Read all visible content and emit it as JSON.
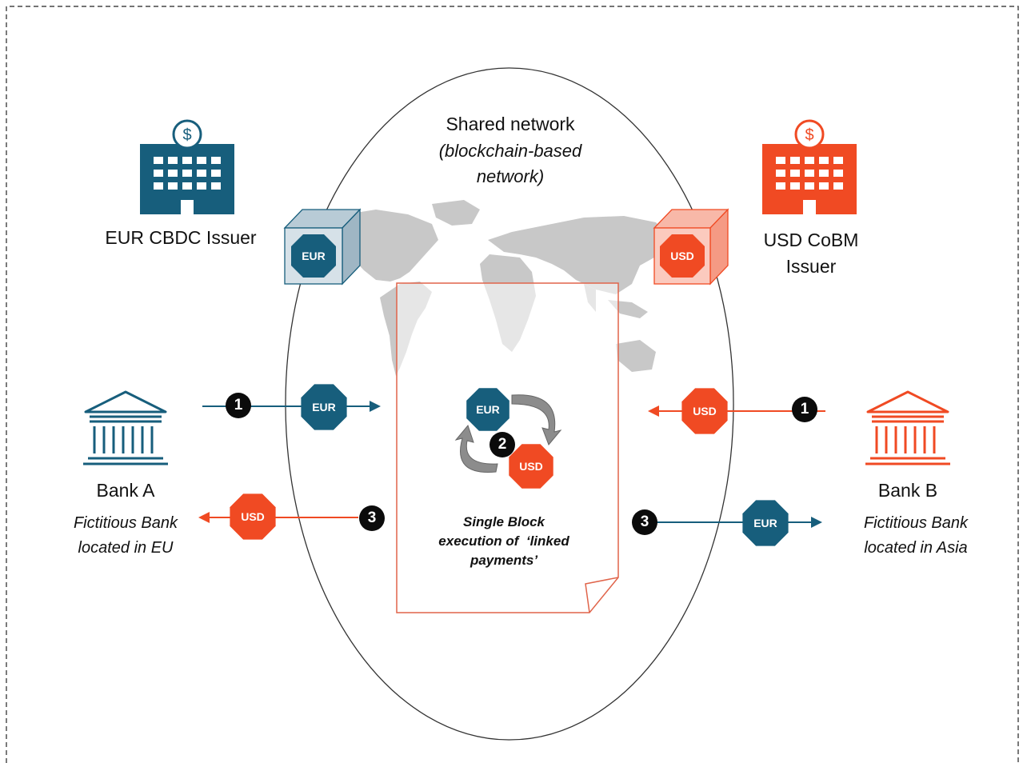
{
  "network": {
    "title": "Shared network",
    "subtitle_line1": "(blockchain-based",
    "subtitle_line2": "network)"
  },
  "eur_issuer": {
    "label": "EUR CBDC Issuer",
    "cube_label": "EUR",
    "icon": "bank-building-dollar-icon"
  },
  "usd_issuer": {
    "label_line1": "USD CoBM",
    "label_line2": "Issuer",
    "cube_label": "USD",
    "icon": "bank-building-dollar-icon"
  },
  "bank_a": {
    "name": "Bank A",
    "desc_line1": "Fictitious Bank",
    "desc_line2": "located in EU",
    "icon": "bank-columns-icon"
  },
  "bank_b": {
    "name": "Bank B",
    "desc_line1": "Fictitious Bank",
    "desc_line2": "located in Asia",
    "icon": "bank-columns-icon"
  },
  "steps": {
    "bank_a_send_num": "1",
    "bank_a_send_coin": "EUR",
    "bank_b_send_num": "1",
    "bank_b_send_coin": "USD",
    "swap_num": "2",
    "swap_coin_1": "EUR",
    "swap_coin_2": "USD",
    "bank_a_receive_num": "3",
    "bank_a_receive_coin": "USD",
    "bank_b_receive_num": "3",
    "bank_b_receive_coin": "EUR"
  },
  "block": {
    "line1": "Single Block",
    "line2": "execution of  ‘linked",
    "line3": "payments’"
  },
  "colors": {
    "eur": "#175e7c",
    "usd": "#f04a23",
    "map": "#c8c8c8"
  }
}
